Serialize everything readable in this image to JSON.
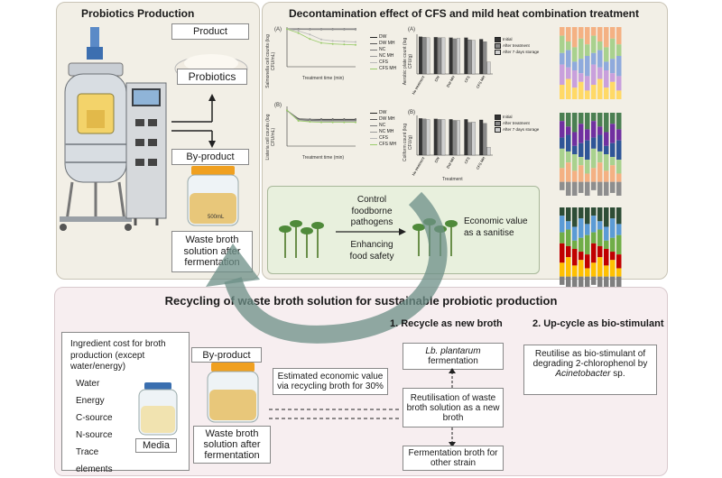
{
  "probiotics": {
    "title": "Probiotics Production",
    "product_label": "Product",
    "probiotics_label": "Probiotics",
    "byproduct_label": "By-product",
    "waste_label": "Waste broth solution after fermentation",
    "jar_volume": "500mL"
  },
  "decontam": {
    "title": "Decontamination effect of CFS and mild heat combination treatment",
    "chart_a_tag": "(A)",
    "chart_b_tag": "(B)",
    "bar_a_tag": "(A)",
    "bar_b_tag": "(B)",
    "line_xlabel": "Treatment time (min)",
    "line_a_ylabel": "Salmonella cell counts (log CFU/mL)",
    "line_b_ylabel": "Listeria cell counts (log CFU/mL)",
    "line_legend": [
      "DW",
      "DW MH",
      "NC",
      "NC MH",
      "CFS",
      "CFS MH"
    ],
    "bar_a_ylabel": "Aerobic plate count (log CFU/g)",
    "bar_b_ylabel": "Coliform count (log CFU/g)",
    "bar_categories": [
      "No treatment",
      "DW",
      "DW MH",
      "CFS",
      "CFS MH"
    ],
    "bar_legend": [
      "Initial",
      "After treatment",
      "After 7 days storage"
    ],
    "bar_xlabel": "Treatment",
    "control_text": "Control foodborne pathogens",
    "enhance_text": "Enhancing food safety",
    "economic_text": "Economic value as a sanitise"
  },
  "recycling": {
    "title": "Recycling of waste broth solution for sustainable probiotic production",
    "cost_title": "Ingredient cost for broth production (except water/energy)",
    "ingredients": [
      "Water",
      "Energy",
      "C-source",
      "N-source",
      "Trace elements"
    ],
    "media_label": "Media",
    "byproduct_label": "By-product",
    "waste_label": "Waste broth solution after fermentation",
    "estimate_text": "Estimated economic value via recycling broth for 30%",
    "recycle_heading": "1.  Recycle as new broth",
    "lbp_italic": "Lb. plantarum",
    "lbp_rest": "fermentation",
    "reutilise_text": "Reutilisation of waste broth solution as a new broth",
    "other_text": "Fermentation broth for other strain",
    "upcycle_heading": "2.  Up-cycle as bio-stimulant",
    "bio_text_1": "Reutilise as bio-stimulant of degrading 2-chlorophenol by",
    "bio_italic": "Acinetobacter",
    "bio_text_2": "sp."
  },
  "chart_data": [
    {
      "type": "line",
      "x": [
        0,
        1,
        2,
        3,
        4,
        5,
        6
      ],
      "series": [
        {
          "name": "DW",
          "values": [
            7.6,
            7.6,
            7.6,
            7.6,
            7.6,
            7.6,
            7.6
          ]
        },
        {
          "name": "DW MH",
          "values": [
            7.6,
            7.6,
            7.5,
            7.5,
            7.5,
            7.5,
            7.5
          ]
        },
        {
          "name": "NC",
          "values": [
            7.6,
            7.6,
            7.6,
            7.6,
            7.6,
            7.6,
            7.6
          ]
        },
        {
          "name": "NC MH",
          "values": [
            7.6,
            7.5,
            7.5,
            7.5,
            7.5,
            7.5,
            7.5
          ]
        },
        {
          "name": "CFS",
          "values": [
            7.6,
            7.2,
            6.5,
            5.5,
            5.2,
            5.1,
            5.0
          ]
        },
        {
          "name": "CFS MH",
          "values": [
            7.6,
            6.8,
            5.6,
            4.8,
            4.6,
            4.5,
            4.4
          ]
        }
      ],
      "ylim": [
        0,
        8
      ]
    },
    {
      "type": "line",
      "x": [
        0,
        1,
        2,
        3,
        4,
        5,
        6
      ],
      "series": [
        {
          "name": "DW",
          "values": [
            7.2,
            5.5,
            5.4,
            5.4,
            5.4,
            5.4,
            5.4
          ]
        },
        {
          "name": "DW MH",
          "values": [
            7.2,
            5.3,
            5.2,
            5.2,
            5.2,
            5.2,
            5.2
          ]
        },
        {
          "name": "NC",
          "values": [
            7.2,
            5.4,
            5.4,
            5.3,
            5.3,
            5.3,
            5.3
          ]
        },
        {
          "name": "NC MH",
          "values": [
            7.2,
            5.2,
            5.1,
            5.1,
            5.0,
            5.0,
            5.0
          ]
        },
        {
          "name": "CFS",
          "values": [
            7.2,
            5.2,
            5.0,
            4.9,
            4.9,
            4.9,
            4.9
          ]
        },
        {
          "name": "CFS MH",
          "values": [
            7.2,
            5.1,
            4.9,
            4.8,
            4.8,
            4.8,
            4.8
          ]
        }
      ],
      "ylim": [
        0,
        8
      ]
    },
    {
      "type": "bar",
      "categories": [
        "No treatment",
        "DW",
        "DW MH",
        "CFS",
        "CFS MH"
      ],
      "series": [
        {
          "name": "Initial",
          "values": [
            7.5,
            7.4,
            7.3,
            7.3,
            7.0
          ]
        },
        {
          "name": "After treatment",
          "values": [
            7.4,
            7.3,
            7.1,
            6.9,
            6.5
          ]
        },
        {
          "name": "After 7 days storage",
          "values": [
            7.3,
            7.3,
            7.2,
            6.8,
            2.4
          ]
        }
      ],
      "ylim": [
        0,
        8
      ]
    },
    {
      "type": "bar",
      "categories": [
        "No treatment",
        "DW",
        "DW MH",
        "CFS",
        "CFS MH"
      ],
      "series": [
        {
          "name": "Initial",
          "values": [
            7.4,
            7.3,
            7.2,
            7.2,
            7.1
          ]
        },
        {
          "name": "After treatment",
          "values": [
            7.3,
            7.2,
            7.0,
            6.6,
            6.4
          ]
        },
        {
          "name": "After 7 days storage",
          "values": [
            7.2,
            7.2,
            7.0,
            6.7,
            1.6
          ]
        }
      ],
      "ylim": [
        0,
        8
      ]
    }
  ],
  "colors": {
    "beige_panel": "#f2efe6",
    "pink_panel": "#f7eef0",
    "arrow": "#6c8f87",
    "green_box": "#e8f0dd",
    "broth": "#e8c77a",
    "lid": "#f0a020"
  }
}
